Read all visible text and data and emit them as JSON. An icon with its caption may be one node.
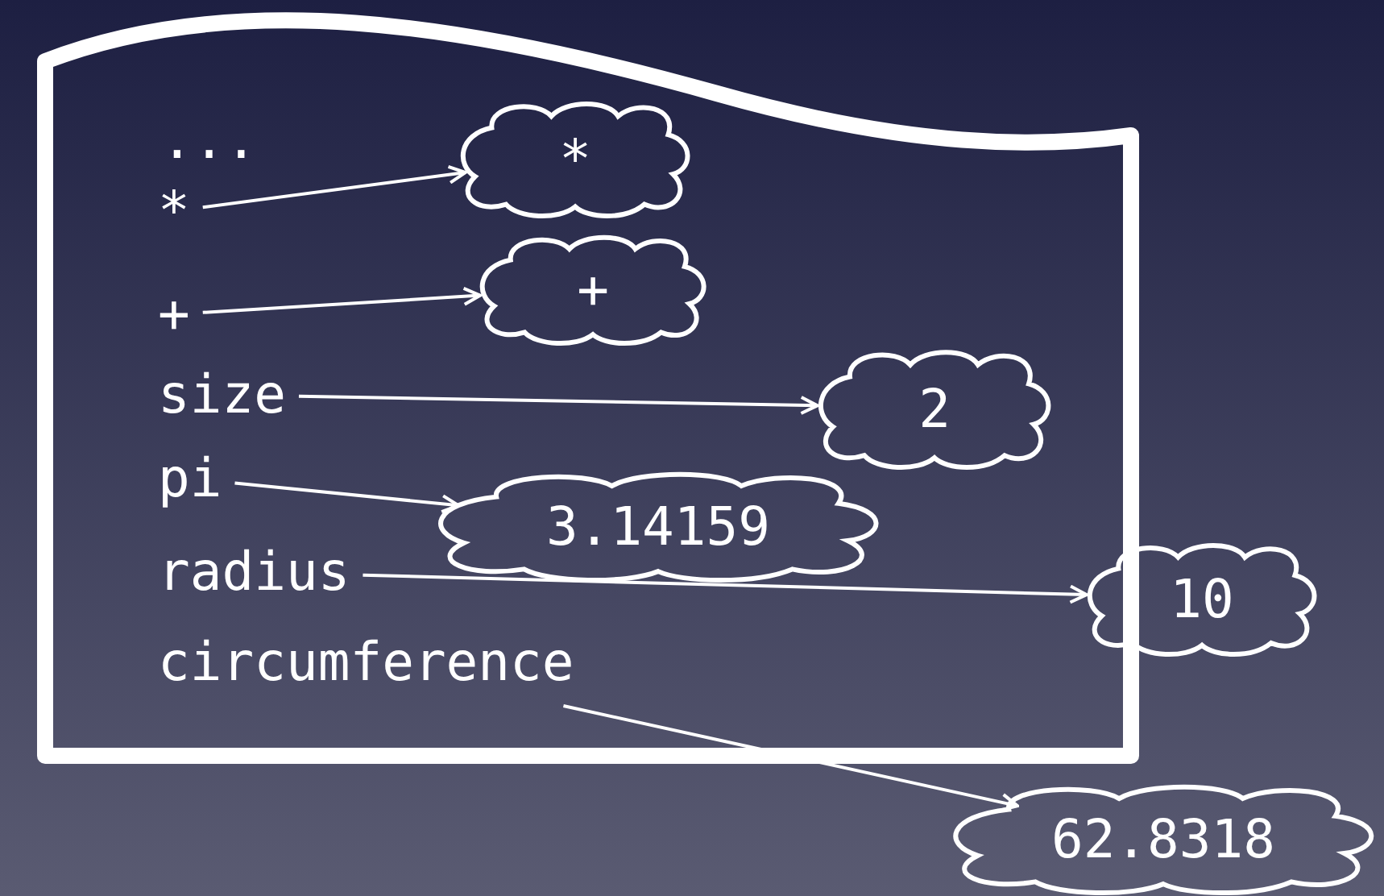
{
  "diagram": {
    "nodes": [
      {
        "text": [],
        "shape": "box"
      },
      {
        "text": [
          "*"
        ],
        "in": 0
      },
      {
        "text": [
          "+"
        ],
        "in": 0
      },
      {
        "text": [
          "size"
        ],
        "in": 0
      },
      {
        "text": [
          "pi"
        ],
        "in": 0
      },
      {
        "text": [
          "radius"
        ],
        "in": 0
      },
      {
        "text": [
          "circumference"
        ],
        "in": 0
      },
      {
        "text": [
          "*"
        ],
        "in": 0
      },
      {
        "text": [
          "+"
        ],
        "in": 0
      },
      {
        "text": [
          "2"
        ],
        "in": 0
      },
      {
        "text": [
          "3.14159"
        ],
        "in": 0
      },
      {
        "text": [
          "10"
        ]
      },
      {
        "text": [
          "62.8318"
        ]
      }
    ],
    "edges": [
      {
        "from": 1,
        "to": 7,
        "arrow": "to"
      },
      {
        "from": 2,
        "to": 8,
        "arrow": "to"
      },
      {
        "from": 3,
        "to": 9,
        "arrow": "to"
      },
      {
        "from": 4,
        "to": 10,
        "arrow": "to"
      },
      {
        "from": 5,
        "to": 11,
        "arrow": "to"
      },
      {
        "from": 6,
        "to": 12,
        "arrow": "to"
      }
    ],
    "labels": [
      "..."
    ]
  }
}
